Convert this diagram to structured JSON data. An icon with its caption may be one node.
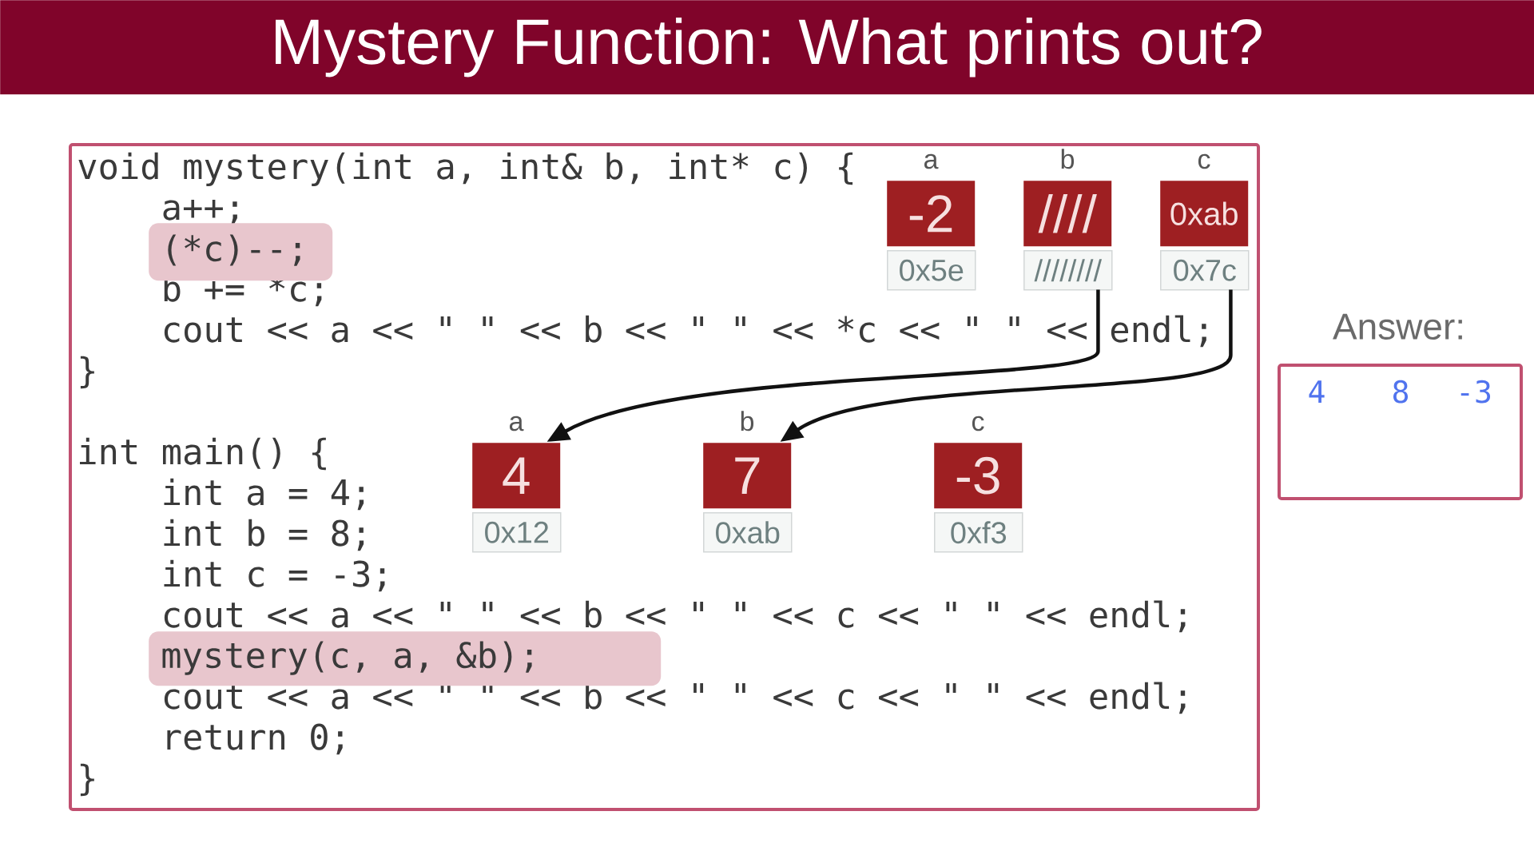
{
  "diagram": {
    "title": "Mystery Function: What prints out?",
    "nodes": [
      {
        "text": [
          "void mystery(int a, int& b, int* c) {",
          "a++;",
          "b += *c;",
          "cout << a << \" \" << b << \" \" << *c << \" \" << endl;",
          "}",
          "int main() {",
          "int a = 4;",
          "int b = 8;",
          "int c = -3;",
          "cout << a << \" \" << b << \" \" << c << \" \" << endl;",
          "cout << a << \" \" << b << \" \" << c << \" \" << endl;",
          "return 0;",
          "}"
        ]
      },
      {
        "text": [
          "(*c)--;"
        ],
        "in": 0
      },
      {
        "text": [
          "a",
          "-2",
          "0x5e"
        ],
        "in": 0
      },
      {
        "text": [
          "b",
          "////",
          "////////"
        ],
        "in": 0
      },
      {
        "text": [
          "c",
          "0xab",
          "0x7c"
        ],
        "in": 0
      },
      {
        "text": [
          "a",
          "4",
          "0x12"
        ],
        "in": 0
      },
      {
        "text": [
          "b",
          "7",
          "0xab"
        ],
        "in": 0
      },
      {
        "text": [
          "c",
          "-3",
          "0xf3"
        ],
        "in": 0
      },
      {
        "text": [
          "mystery(c, a, &b);"
        ],
        "in": 0
      },
      {
        "text": [
          "Answer:",
          "4",
          "8",
          "-3"
        ]
      }
    ],
    "edges": [
      {
        "from": 3,
        "to": 5,
        "arrow": "to"
      },
      {
        "from": 4,
        "to": 6,
        "arrow": "to"
      }
    ]
  }
}
